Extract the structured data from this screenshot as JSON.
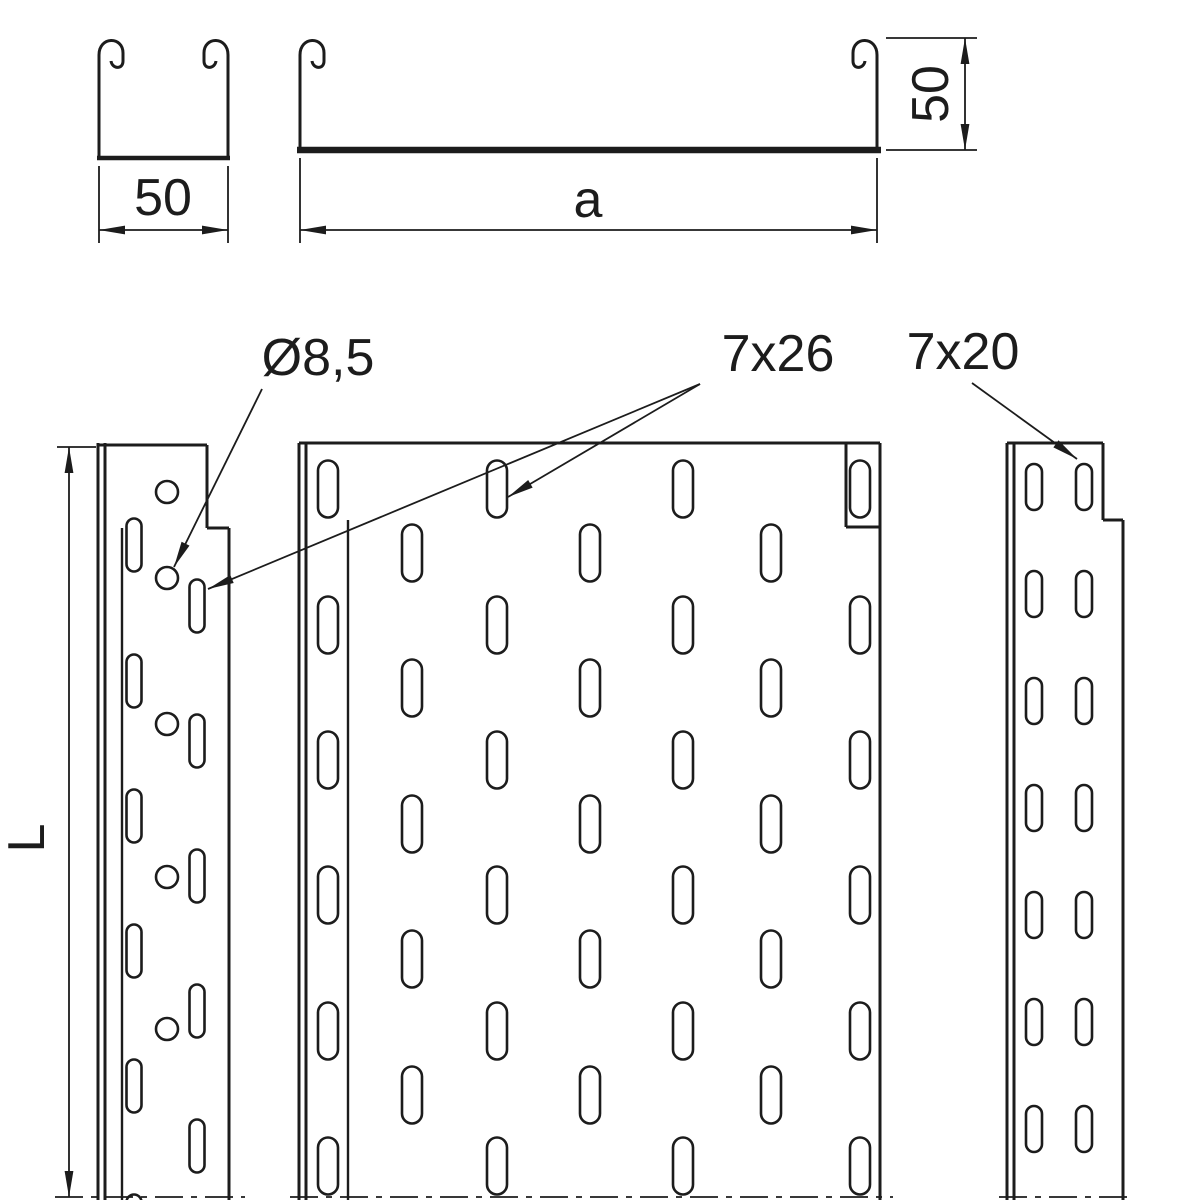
{
  "drawing": {
    "background": "#ffffff",
    "line_color": "#1c1c1c",
    "labels": {
      "width_small": "50",
      "width_main": "a",
      "height_main": "50",
      "hole_diameter": "Ø8,5",
      "slot_main": "7x26",
      "slot_side": "7x20",
      "length": "L"
    }
  }
}
